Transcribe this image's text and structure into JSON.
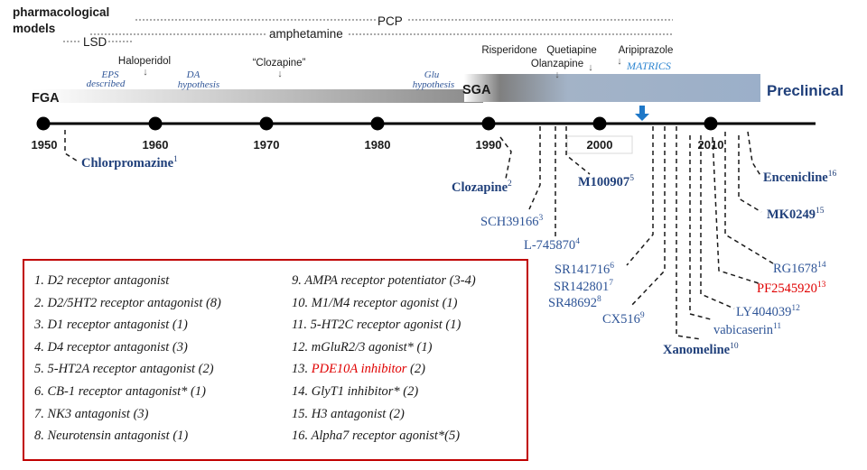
{
  "models": {
    "heading_line1": "pharmacological",
    "heading_line2": "models",
    "pcp": "PCP",
    "amphetamine": "amphetamine",
    "lsd": "LSD"
  },
  "bar": {
    "fga": "FGA",
    "sga": "SGA",
    "preclinical": "Preclinical",
    "eps": [
      "EPS",
      "described"
    ],
    "da": [
      "DA",
      "hypothesis"
    ],
    "glu": [
      "Glu",
      "hypothesis"
    ],
    "haloperidol": "Haloperidol",
    "clozapine_quoted": "“Clozapine”",
    "risperidone": "Risperidone",
    "quetiapine": "Quetiapine",
    "olanzapine": "Olanzapine",
    "aripiprazole": "Aripiprazole",
    "matrics": "MATRICS",
    "arrow": "↓",
    "bar_color_start": "#ffffff",
    "bar_color_end": "#9bafc9",
    "label_blue": "#1f3f7a",
    "italic_blue": "#2f5597",
    "matrics_blue": "#2e86d1",
    "marker_blue": "#1f78c8"
  },
  "timeline": {
    "years": [
      "1950",
      "1960",
      "1970",
      "1980",
      "1990",
      "2000",
      "2010"
    ]
  },
  "compounds": [
    {
      "name": "Chlorpromazine",
      "ref": "1",
      "bold": true,
      "color": "#1f3f7a"
    },
    {
      "name": "Clozapine",
      "ref": "2",
      "bold": true,
      "color": "#1f3f7a"
    },
    {
      "name": "M100907",
      "ref": "5",
      "bold": true,
      "color": "#1f3f7a"
    },
    {
      "name": "SCH39166",
      "ref": "3",
      "bold": false,
      "color": "#2f5597"
    },
    {
      "name": "L-745870",
      "ref": "4",
      "bold": false,
      "color": "#2f5597"
    },
    {
      "name": "SR141716",
      "ref": "6",
      "bold": false,
      "color": "#2f5597"
    },
    {
      "name": "SR142801",
      "ref": "7",
      "bold": false,
      "color": "#2f5597"
    },
    {
      "name": "SR48692",
      "ref": "8",
      "bold": false,
      "color": "#2f5597"
    },
    {
      "name": "CX516",
      "ref": "9",
      "bold": false,
      "color": "#2f5597"
    },
    {
      "name": "Xanomeline",
      "ref": "10",
      "bold": true,
      "color": "#1f3f7a"
    },
    {
      "name": "vabicaserin",
      "ref": "11",
      "bold": false,
      "color": "#2f5597"
    },
    {
      "name": "LY404039",
      "ref": "12",
      "bold": false,
      "color": "#2f5597"
    },
    {
      "name": "PF2545920",
      "ref": "13",
      "bold": false,
      "color": "#e00000"
    },
    {
      "name": "RG1678",
      "ref": "14",
      "bold": false,
      "color": "#2f5597"
    },
    {
      "name": "MK0249",
      "ref": "15",
      "bold": true,
      "color": "#1f3f7a"
    },
    {
      "name": "Encenicline",
      "ref": "16",
      "bold": true,
      "color": "#1f3f7a"
    }
  ],
  "legend": {
    "border_color": "#c00000",
    "highlight_color": "#e00000",
    "items": [
      {
        "text": "1. D2 receptor antagonist",
        "highlight": false
      },
      {
        "text": "2. D2/5HT2 receptor antagonist (8)",
        "highlight": false
      },
      {
        "text": "3. D1 receptor antagonist (1)",
        "highlight": false
      },
      {
        "text": "4. D4 receptor antagonist (3)",
        "highlight": false
      },
      {
        "text": "5. 5-HT2A receptor antagonist (2)",
        "highlight": false
      },
      {
        "text": "6. CB-1 receptor antagonist* (1)",
        "highlight": false
      },
      {
        "text": "7. NK3 antagonist (3)",
        "highlight": false
      },
      {
        "text": "8. Neurotensin antagonist (1)",
        "highlight": false
      },
      {
        "text": "9. AMPA receptor potentiator (3-4)",
        "highlight": false
      },
      {
        "text": "10. M1/M4 receptor agonist (1)",
        "highlight": false
      },
      {
        "text": "11. 5-HT2C receptor agonist (1)",
        "highlight": false
      },
      {
        "text": "12. mGluR2/3 agonist* (1)",
        "highlight": false
      },
      {
        "text": "13. ",
        "red": "PDE10A inhibitor",
        "after": " (2)",
        "highlight": true
      },
      {
        "text": "14. GlyT1 inhibitor* (2)",
        "highlight": false
      },
      {
        "text": "15. H3 antagonist (2)",
        "highlight": false
      },
      {
        "text": "16. Alpha7 receptor agonist*(5)",
        "highlight": false
      }
    ]
  }
}
